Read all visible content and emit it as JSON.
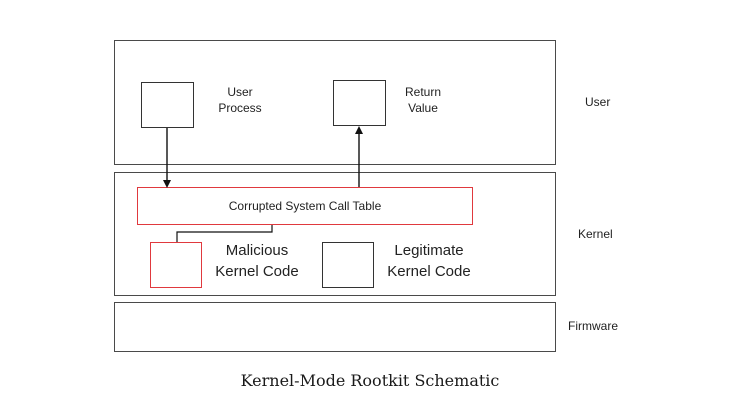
{
  "layers": {
    "user": "User",
    "kernel": "Kernel",
    "firmware": "Firmware"
  },
  "nodes": {
    "user_process": "User\nProcess",
    "return_value": "Return\nValue",
    "syscall_table": "Corrupted System Call Table",
    "malicious_code": "Malicious\nKernel Code",
    "legitimate_code": "Legitimate\nKernel Code"
  },
  "caption": "Kernel-Mode Rootkit Schematic",
  "colors": {
    "outline": "#4a4a4a",
    "compromised": "#e0393e"
  }
}
